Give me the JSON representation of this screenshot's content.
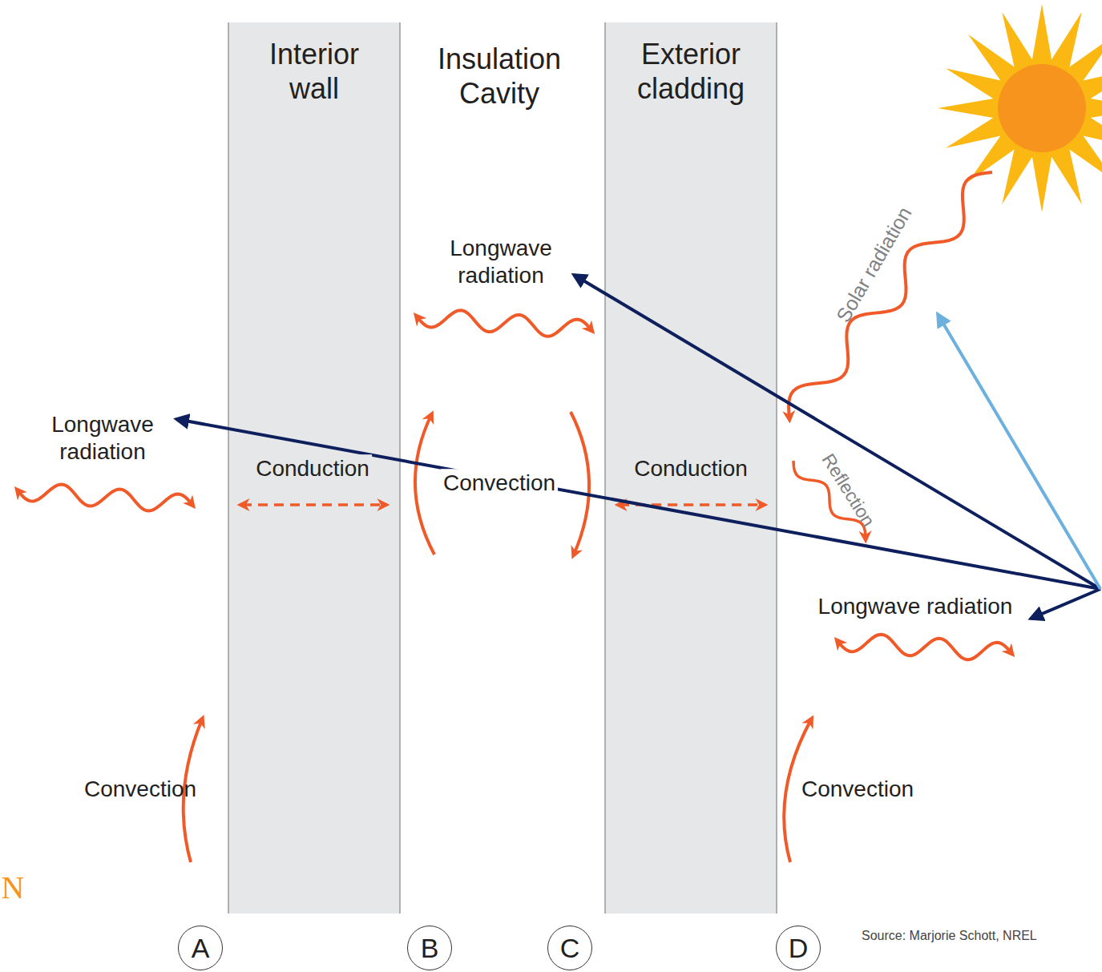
{
  "diagram": {
    "nodes": [
      {
        "text": [
          "Interior wall"
        ]
      },
      {
        "text": [
          "Exterior cladding"
        ]
      },
      {
        "text": [
          "A"
        ]
      },
      {
        "text": [
          "B"
        ]
      },
      {
        "text": [
          "C"
        ]
      },
      {
        "text": [
          "D"
        ]
      }
    ],
    "labels": [
      "Insulation Cavity",
      "Longwave radiation",
      "Solar radiation",
      "Longwave radiation",
      "Conduction",
      "Convection",
      "Conduction",
      "Reflection",
      "Longwave radiation",
      "Convection",
      "Convection",
      "Source: Marjorie Schott, NREL",
      "N"
    ]
  }
}
